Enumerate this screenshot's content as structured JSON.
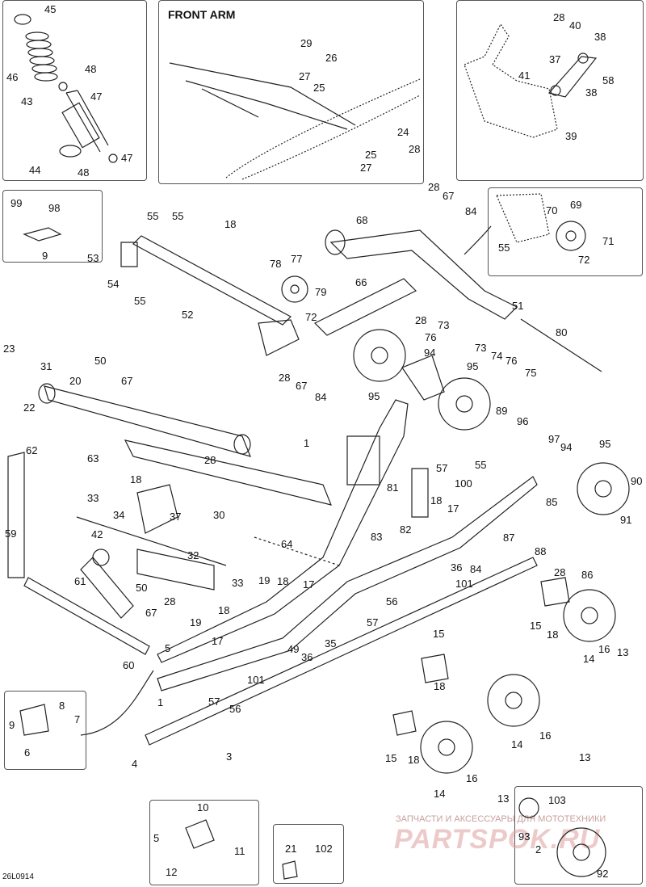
{
  "inset_titles": {
    "front_arm": "FRONT ARM"
  },
  "diagram_code": "26L0914",
  "watermark": {
    "line1": "ЗАПЧАСТИ И АКСЕССУАРЫ ДЛЯ МОТОТЕХНИКИ",
    "line2": "PARTSPOK.RU"
  },
  "colors": {
    "line": "#222222",
    "watermark": "#e0a0a0",
    "box_border": "#555555"
  },
  "labels": [
    {
      "id": "c45",
      "text": "45"
    },
    {
      "id": "c46",
      "text": "46"
    },
    {
      "id": "c48a",
      "text": "48"
    },
    {
      "id": "c43",
      "text": "43"
    },
    {
      "id": "c47a",
      "text": "47"
    },
    {
      "id": "c44",
      "text": "44"
    },
    {
      "id": "c48b",
      "text": "48"
    },
    {
      "id": "c47b",
      "text": "47"
    },
    {
      "id": "f29",
      "text": "29"
    },
    {
      "id": "f26",
      "text": "26"
    },
    {
      "id": "f27a",
      "text": "27"
    },
    {
      "id": "f25a",
      "text": "25"
    },
    {
      "id": "f24",
      "text": "24"
    },
    {
      "id": "f25b",
      "text": "25"
    },
    {
      "id": "f28",
      "text": "28"
    },
    {
      "id": "f27b",
      "text": "27"
    },
    {
      "id": "r28",
      "text": "28"
    },
    {
      "id": "r40",
      "text": "40"
    },
    {
      "id": "r38a",
      "text": "38"
    },
    {
      "id": "r37",
      "text": "37"
    },
    {
      "id": "r41",
      "text": "41"
    },
    {
      "id": "r58",
      "text": "58"
    },
    {
      "id": "r38b",
      "text": "38"
    },
    {
      "id": "r39",
      "text": "39"
    },
    {
      "id": "s99",
      "text": "99"
    },
    {
      "id": "s98",
      "text": "98"
    },
    {
      "id": "s9",
      "text": "9"
    },
    {
      "id": "m55a",
      "text": "55"
    },
    {
      "id": "m55b",
      "text": "55"
    },
    {
      "id": "m18",
      "text": "18"
    },
    {
      "id": "m53",
      "text": "53"
    },
    {
      "id": "m54",
      "text": "54"
    },
    {
      "id": "m55c",
      "text": "55"
    },
    {
      "id": "m52",
      "text": "52"
    },
    {
      "id": "m78",
      "text": "78"
    },
    {
      "id": "m77",
      "text": "77"
    },
    {
      "id": "m79",
      "text": "79"
    },
    {
      "id": "m72a",
      "text": "72"
    },
    {
      "id": "t28",
      "text": "28"
    },
    {
      "id": "t67",
      "text": "67"
    },
    {
      "id": "t84a",
      "text": "84"
    },
    {
      "id": "t68",
      "text": "68"
    },
    {
      "id": "t70",
      "text": "70"
    },
    {
      "id": "t69",
      "text": "69"
    },
    {
      "id": "t55",
      "text": "55"
    },
    {
      "id": "t71",
      "text": "71"
    },
    {
      "id": "t72",
      "text": "72"
    },
    {
      "id": "t66",
      "text": "66"
    },
    {
      "id": "t51",
      "text": "51"
    },
    {
      "id": "t28b",
      "text": "28"
    },
    {
      "id": "t73a",
      "text": "73"
    },
    {
      "id": "t76a",
      "text": "76"
    },
    {
      "id": "t80",
      "text": "80"
    },
    {
      "id": "t73b",
      "text": "73"
    },
    {
      "id": "t74",
      "text": "74"
    },
    {
      "id": "t75",
      "text": "75"
    },
    {
      "id": "t76b",
      "text": "76"
    },
    {
      "id": "t94a",
      "text": "94"
    },
    {
      "id": "t28c",
      "text": "28"
    },
    {
      "id": "t67b",
      "text": "67"
    },
    {
      "id": "t84b",
      "text": "84"
    },
    {
      "id": "t95a",
      "text": "95"
    },
    {
      "id": "t95b",
      "text": "95"
    },
    {
      "id": "a23",
      "text": "23"
    },
    {
      "id": "a31",
      "text": "31"
    },
    {
      "id": "a50",
      "text": "50"
    },
    {
      "id": "a20",
      "text": "20"
    },
    {
      "id": "a67",
      "text": "67"
    },
    {
      "id": "a22",
      "text": "22"
    },
    {
      "id": "a1",
      "text": "1"
    },
    {
      "id": "a89",
      "text": "89"
    },
    {
      "id": "a96",
      "text": "96"
    },
    {
      "id": "a97",
      "text": "97"
    },
    {
      "id": "a94",
      "text": "94"
    },
    {
      "id": "a95",
      "text": "95"
    },
    {
      "id": "a63",
      "text": "63"
    },
    {
      "id": "a28",
      "text": "28"
    },
    {
      "id": "a62",
      "text": "62"
    },
    {
      "id": "a18",
      "text": "18"
    },
    {
      "id": "a90",
      "text": "90"
    },
    {
      "id": "a91",
      "text": "91"
    },
    {
      "id": "a57a",
      "text": "57"
    },
    {
      "id": "a55",
      "text": "55"
    },
    {
      "id": "a100",
      "text": "100"
    },
    {
      "id": "a81",
      "text": "81"
    },
    {
      "id": "a18b",
      "text": "18"
    },
    {
      "id": "a17a",
      "text": "17"
    },
    {
      "id": "a30",
      "text": "30"
    },
    {
      "id": "a85",
      "text": "85"
    },
    {
      "id": "a33a",
      "text": "33"
    },
    {
      "id": "a34",
      "text": "34"
    },
    {
      "id": "a37",
      "text": "37"
    },
    {
      "id": "a82",
      "text": "82"
    },
    {
      "id": "a59",
      "text": "59"
    },
    {
      "id": "a83",
      "text": "83"
    },
    {
      "id": "a87",
      "text": "87"
    },
    {
      "id": "a42",
      "text": "42"
    },
    {
      "id": "a64",
      "text": "64"
    },
    {
      "id": "a88",
      "text": "88"
    },
    {
      "id": "a32",
      "text": "32"
    },
    {
      "id": "a36a",
      "text": "36"
    },
    {
      "id": "a84c",
      "text": "84"
    },
    {
      "id": "a101a",
      "text": "101"
    },
    {
      "id": "a28d",
      "text": "28"
    },
    {
      "id": "a86",
      "text": "86"
    },
    {
      "id": "a61",
      "text": "61"
    },
    {
      "id": "a50b",
      "text": "50"
    },
    {
      "id": "a19a",
      "text": "19"
    },
    {
      "id": "a18c",
      "text": "18"
    },
    {
      "id": "a17b",
      "text": "17"
    },
    {
      "id": "a33b",
      "text": "33"
    },
    {
      "id": "a28e",
      "text": "28"
    },
    {
      "id": "a56a",
      "text": "56"
    },
    {
      "id": "a67c",
      "text": "67"
    },
    {
      "id": "a57b",
      "text": "57"
    },
    {
      "id": "a19b",
      "text": "19"
    },
    {
      "id": "a18d",
      "text": "18"
    },
    {
      "id": "a15a",
      "text": "15"
    },
    {
      "id": "a18e",
      "text": "18"
    },
    {
      "id": "a17c",
      "text": "17"
    },
    {
      "id": "a49",
      "text": "49"
    },
    {
      "id": "a35",
      "text": "35"
    },
    {
      "id": "a15b",
      "text": "15"
    },
    {
      "id": "a16a",
      "text": "16"
    },
    {
      "id": "a13a",
      "text": "13"
    },
    {
      "id": "a60",
      "text": "60"
    },
    {
      "id": "a5a",
      "text": "5"
    },
    {
      "id": "a36b",
      "text": "36"
    },
    {
      "id": "a14a",
      "text": "14"
    },
    {
      "id": "a101b",
      "text": "101"
    },
    {
      "id": "a18f",
      "text": "18"
    },
    {
      "id": "a57c",
      "text": "57"
    },
    {
      "id": "a56b",
      "text": "56"
    },
    {
      "id": "a1b",
      "text": "1"
    },
    {
      "id": "b8",
      "text": "8"
    },
    {
      "id": "b9",
      "text": "9"
    },
    {
      "id": "b7",
      "text": "7"
    },
    {
      "id": "b6",
      "text": "6"
    },
    {
      "id": "a15c",
      "text": "15"
    },
    {
      "id": "a18g",
      "text": "18"
    },
    {
      "id": "a14b",
      "text": "14"
    },
    {
      "id": "a16b",
      "text": "16"
    },
    {
      "id": "a13b",
      "text": "13"
    },
    {
      "id": "a3",
      "text": "3"
    },
    {
      "id": "a4",
      "text": "4"
    },
    {
      "id": "a14c",
      "text": "14"
    },
    {
      "id": "a16c",
      "text": "16"
    },
    {
      "id": "a13c",
      "text": "13"
    },
    {
      "id": "d10",
      "text": "10"
    },
    {
      "id": "d5",
      "text": "5"
    },
    {
      "id": "d11",
      "text": "11"
    },
    {
      "id": "d12",
      "text": "12"
    },
    {
      "id": "e21",
      "text": "21"
    },
    {
      "id": "e102",
      "text": "102"
    },
    {
      "id": "g103",
      "text": "103"
    },
    {
      "id": "g93",
      "text": "93"
    },
    {
      "id": "g2",
      "text": "2"
    },
    {
      "id": "g92",
      "text": "92"
    }
  ]
}
